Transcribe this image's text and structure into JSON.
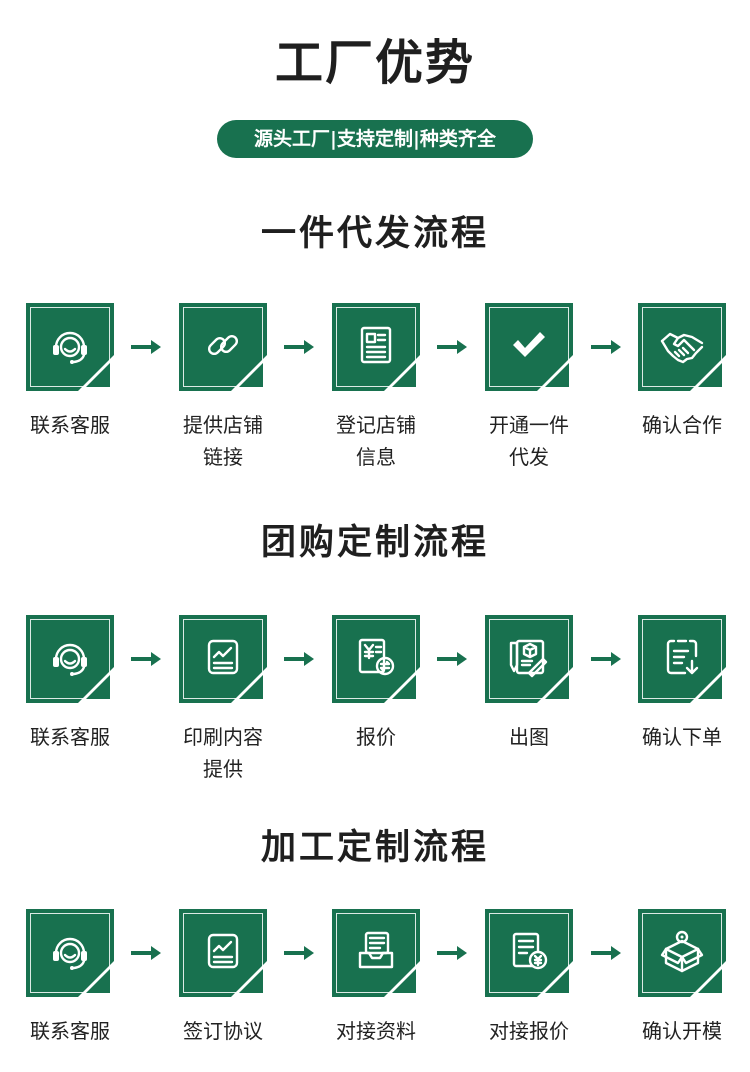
{
  "header": {
    "title": "工厂优势",
    "tagline": "源头工厂|支持定制|种类齐全"
  },
  "colors": {
    "brand_green": "#18714f",
    "text": "#222222"
  },
  "sections": [
    {
      "title": "一件代发流程",
      "steps": [
        {
          "label": "联系客服",
          "icon": "headset-icon"
        },
        {
          "label": "提供店铺\n链接",
          "icon": "link-icon"
        },
        {
          "label": "登记店铺\n信息",
          "icon": "form-icon"
        },
        {
          "label": "开通一件\n代发",
          "icon": "checkmark-icon"
        },
        {
          "label": "确认合作",
          "icon": "handshake-icon"
        }
      ]
    },
    {
      "title": "团购定制流程",
      "steps": [
        {
          "label": "联系客服",
          "icon": "headset-icon"
        },
        {
          "label": "印刷内容\n提供",
          "icon": "document-chart-icon"
        },
        {
          "label": "报价",
          "icon": "price-sheet-icon"
        },
        {
          "label": "出图",
          "icon": "design-package-icon"
        },
        {
          "label": "确认下单",
          "icon": "order-download-icon"
        }
      ]
    },
    {
      "title": "加工定制流程",
      "steps": [
        {
          "label": "联系客服",
          "icon": "headset-icon"
        },
        {
          "label": "签订协议",
          "icon": "document-chart-icon"
        },
        {
          "label": "对接资料",
          "icon": "file-tray-icon"
        },
        {
          "label": "对接报价",
          "icon": "yen-document-icon"
        },
        {
          "label": "确认开模",
          "icon": "open-box-icon"
        }
      ]
    }
  ]
}
